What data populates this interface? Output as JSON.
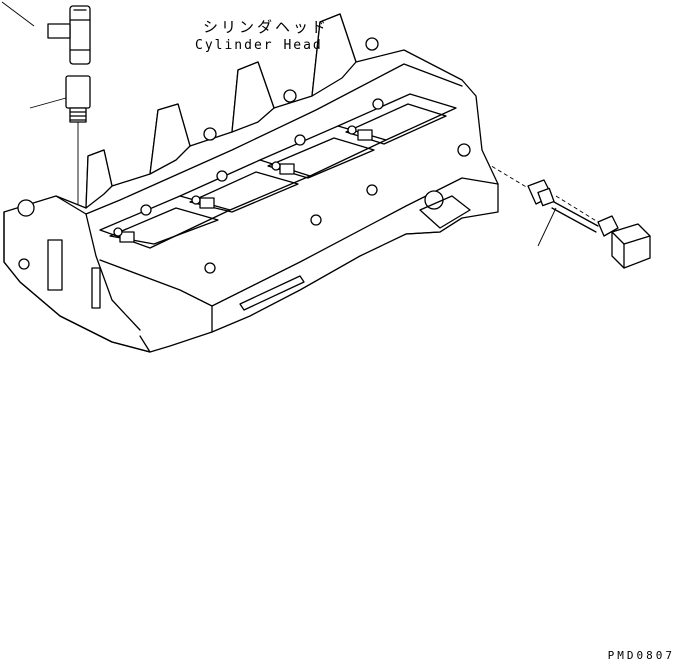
{
  "labels": {
    "part_name_jp": "シリンダヘッド",
    "part_name_en": "Cylinder Head",
    "drawing_code": "PMD0807"
  },
  "colors": {
    "line": "#000000",
    "background": "#ffffff"
  }
}
